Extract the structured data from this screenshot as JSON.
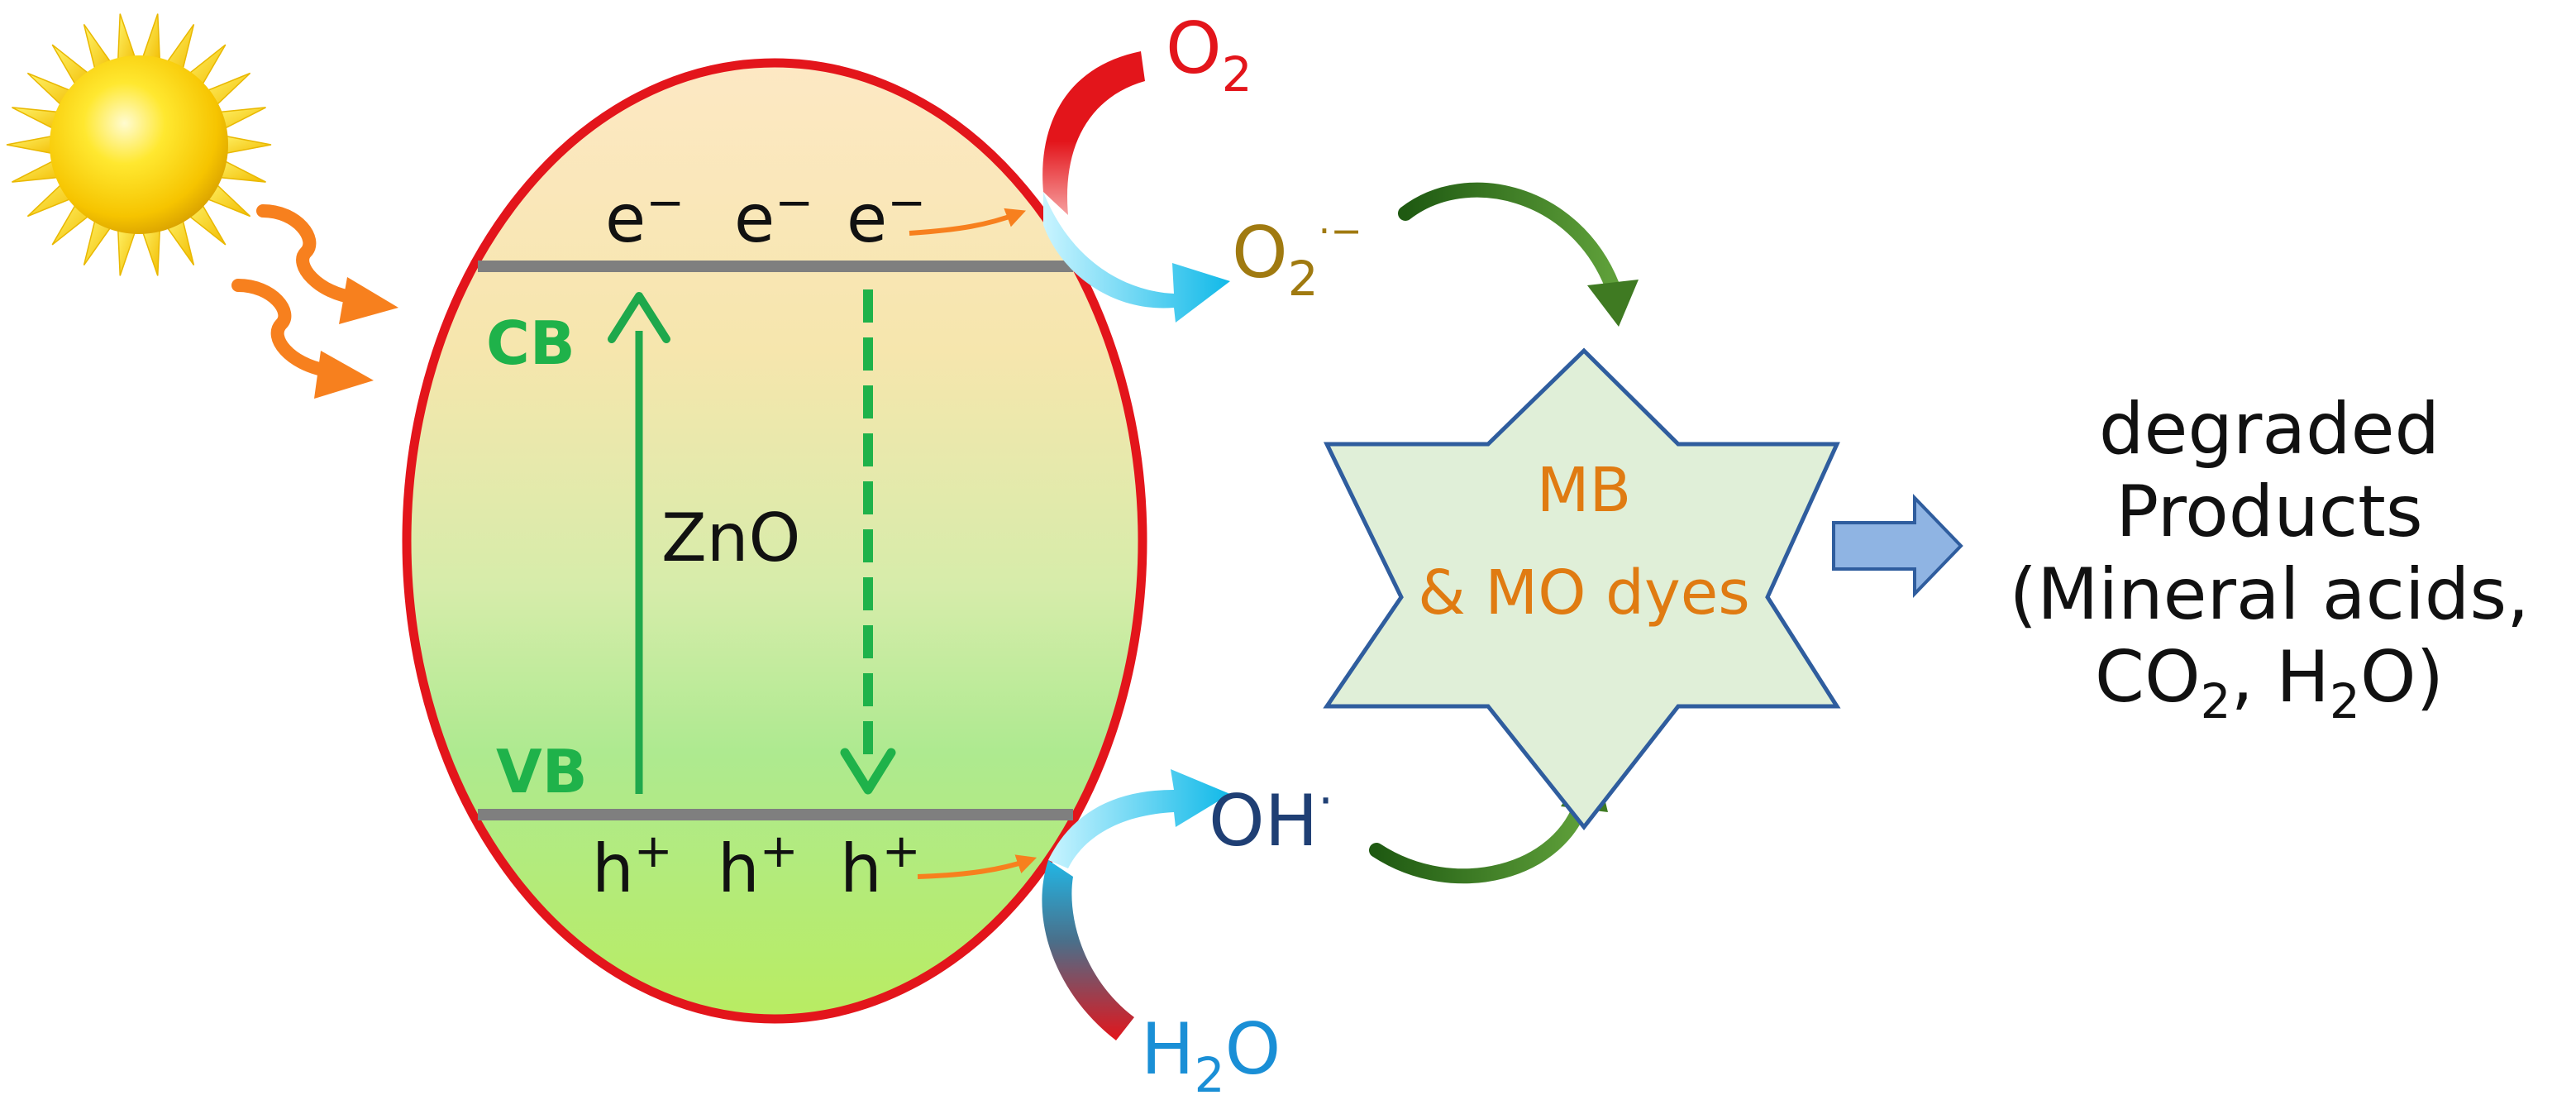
{
  "semiconductor": {
    "name": "ZnO",
    "cb_label": "CB",
    "vb_label": "VB",
    "electron": "e",
    "electron_charge": "−",
    "hole": "h",
    "hole_charge": "+"
  },
  "species": {
    "o2_main": "O",
    "o2_sub": "2",
    "superoxide_main": "O",
    "superoxide_sub": "2",
    "superoxide_sup": "·−",
    "hydroxyl_main": "OH",
    "hydroxyl_sup": "·",
    "water_h": "H",
    "water_sub": "2",
    "water_o": "O"
  },
  "dyes": {
    "line1": "MB",
    "line2": "& MO dyes"
  },
  "products": {
    "line1": "degraded",
    "line2": "Products",
    "line3": "(Mineral acids,",
    "line4_a": "CO",
    "line4_sub1": "2",
    "line4_b": ", H",
    "line4_sub2": "2",
    "line4_c": "O)"
  },
  "colors": {
    "ellipse_stroke": "#e3151b",
    "band_line": "#7f7f7f",
    "band_label": "#1fb24a",
    "excitation_arrow": "#1fa84c",
    "light_arrows": "#f7801e",
    "o2_text": "#e3151b",
    "superoxide_text": "#a07a10",
    "hydroxyl_text": "#1f3f74",
    "water_text": "#1a8fd6",
    "dye_text": "#e07b12",
    "star_fill": "#e0efd8",
    "star_stroke": "#2f5d9e",
    "cycle_arrows": "#3f7a22",
    "block_arrow": "#8fb4e3"
  }
}
